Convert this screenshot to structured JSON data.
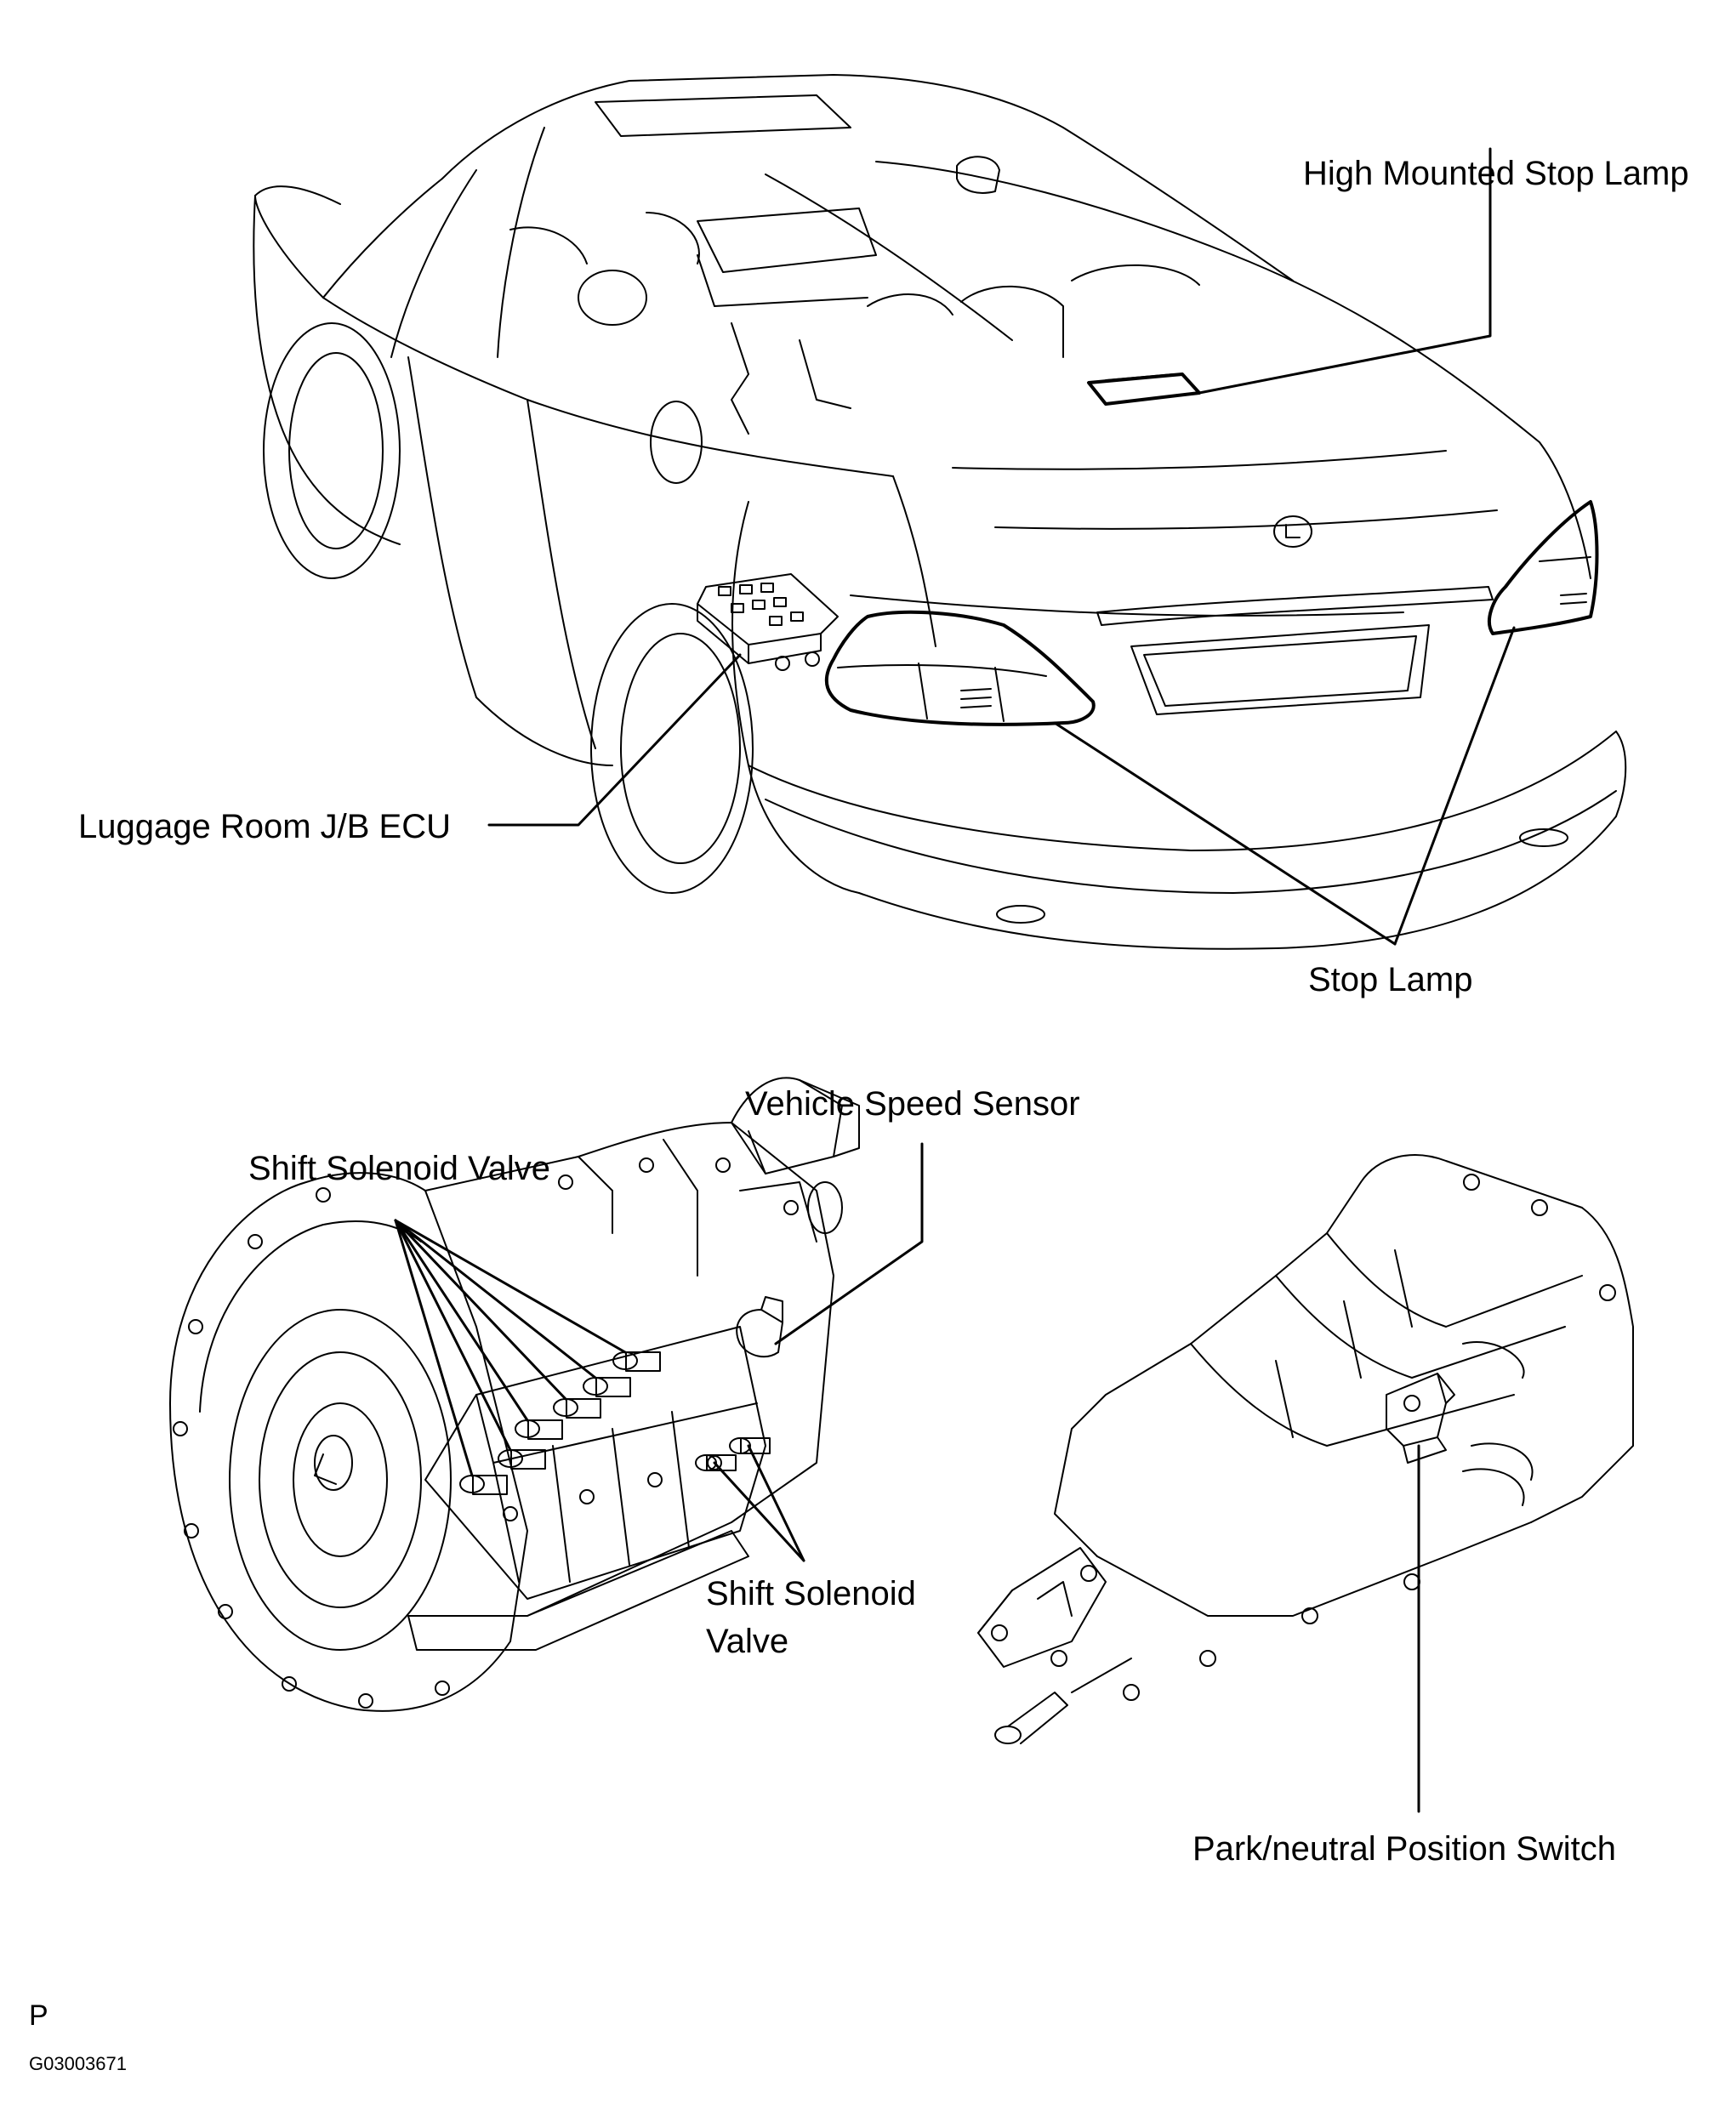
{
  "labels": {
    "high_mounted_stop_lamp": "High Mounted Stop Lamp",
    "luggage_room_jb_ecu": "Luggage Room J/B ECU",
    "stop_lamp": "Stop Lamp",
    "vehicle_speed_sensor": "Vehicle Speed Sensor",
    "shift_solenoid_valve_top": "Shift Solenoid Valve",
    "shift_solenoid_valve_bottom_line1": "Shift Solenoid",
    "shift_solenoid_valve_bottom_line2": "Valve",
    "park_neutral_position_switch": "Park/neutral Position Switch"
  },
  "footer": {
    "code_letter": "P",
    "figure_id": "G03003671"
  },
  "colors": {
    "line": "#000000",
    "background": "#ffffff"
  }
}
